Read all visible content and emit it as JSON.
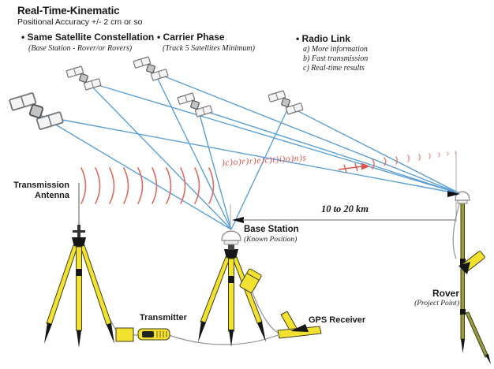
{
  "header": {
    "title": "Real-Time-Kinematic",
    "subtitle": "Positional Accuracy +/- 2 cm or so"
  },
  "bullets": [
    {
      "label": "• Same Satellite Constellation",
      "note": "(Base Station - Rover/or Rovers)"
    },
    {
      "label": "• Carrier Phase",
      "note": "(Track 5 Satellites Minimum)"
    },
    {
      "label": "• Radio Link",
      "items": [
        "a)  More information",
        "b)  Fast transmission",
        "c)  Real-time results"
      ]
    }
  ],
  "labels": {
    "transmission_antenna_line1": "Transmission",
    "transmission_antenna_line2": "Antenna",
    "base_station": "Base Station",
    "base_station_note": "(Known Position)",
    "distance": "10 to 20 km",
    "rover": "Rover",
    "rover_note": "(Project Point)",
    "transmitter": "Transmitter",
    "gps_receiver": "GPS Receiver",
    "corrections": ")c)o)r)r)e)c)t)i)o)n)s"
  },
  "icons": {
    "satellite": "gps-satellite-icon",
    "radio_waves": "radio-wave-arcs-icon",
    "corrections_arrow": "corrections-arrow-icon"
  },
  "colors": {
    "signal_blue": "#5b9fd6",
    "radio_red": "#e0695e",
    "equipment_yellow": "#f2e12e",
    "text_black": "#1a1a1a"
  }
}
